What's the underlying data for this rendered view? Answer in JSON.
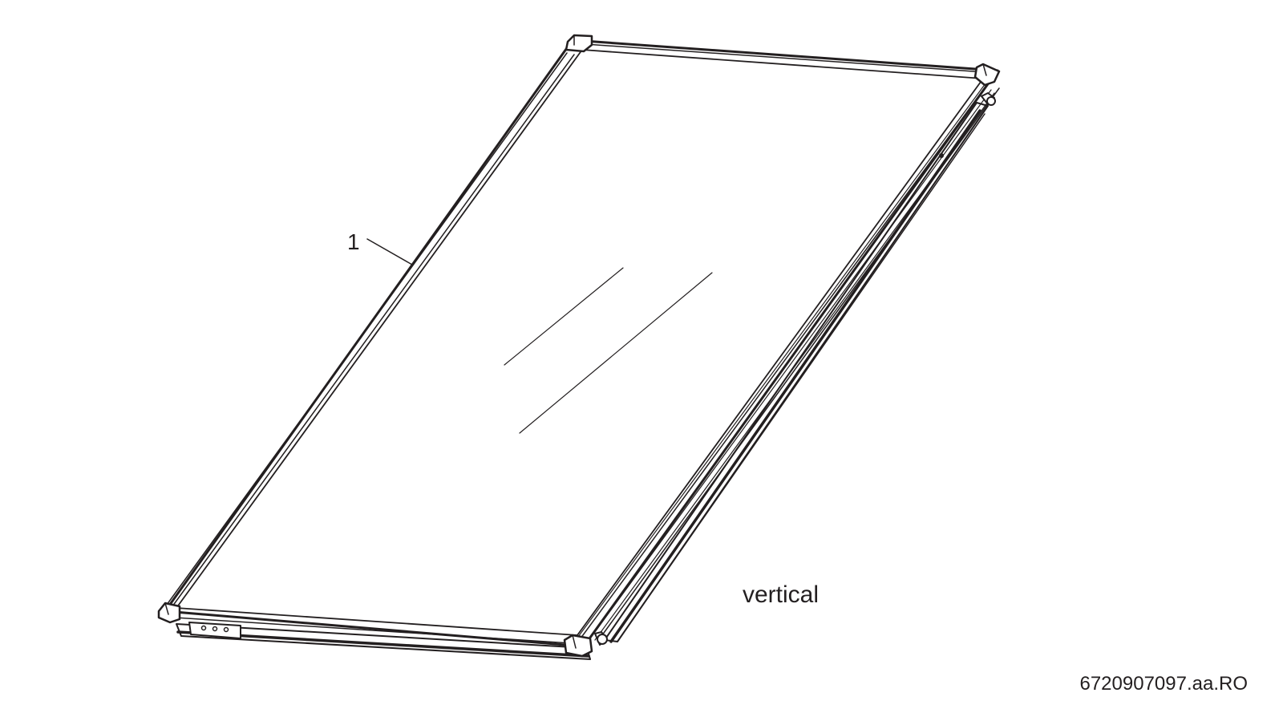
{
  "figure": {
    "callout_number": "1",
    "orientation_label": "vertical",
    "figure_id": "6720907097.aa.RO"
  },
  "colors": {
    "line": "#231f20",
    "background": "#ffffff"
  }
}
